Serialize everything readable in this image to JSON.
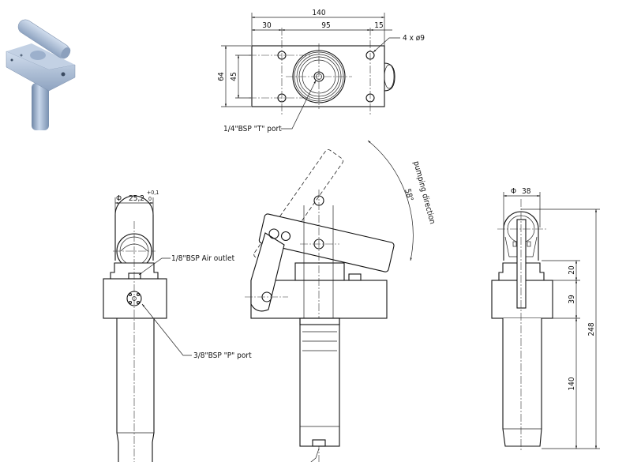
{
  "top_view": {
    "dim_overall_width": "140",
    "dim_left_offset": "30",
    "dim_hole_spacing": "95",
    "dim_right_offset": "15",
    "dim_height": "64",
    "dim_hole_vertical_spacing": "45",
    "holes_callout": "4 x ø9",
    "t_port_label": "1/4\"BSP \"T\" port"
  },
  "left_view": {
    "diameter_symbol": "Φ",
    "diameter_value": "25,2",
    "tolerance_upper": "+0,1",
    "tolerance_lower": "0",
    "air_outlet_label": "1/8\"BSP Air outlet",
    "p_port_label": "3/8\"BSP \"P\" port"
  },
  "front_view": {
    "pumping_label": "pumping direction",
    "pumping_angle": "58°"
  },
  "right_view": {
    "diameter_symbol": "Φ",
    "diameter_value": "38",
    "dim_top_section": "20",
    "dim_block": "39",
    "dim_cylinder": "140",
    "dim_overall_height": "248"
  }
}
